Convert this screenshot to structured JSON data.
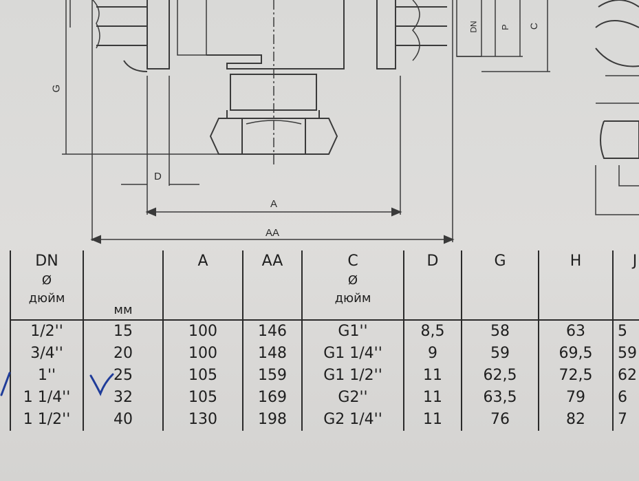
{
  "drawing": {
    "dim_labels": {
      "G": "G",
      "D": "D",
      "A": "A",
      "AA": "AA",
      "DN": "DN",
      "P": "P",
      "C": "C"
    }
  },
  "table": {
    "headers": {
      "dn": "DN",
      "dn_symbol": "Ø",
      "dn_inch": "дюйм",
      "dn_mm": "мм",
      "a": "A",
      "aa": "AA",
      "c": "C",
      "c_symbol": "Ø",
      "c_inch": "дюйм",
      "d": "D",
      "g": "G",
      "h": "H",
      "j": "J"
    },
    "rows": [
      {
        "inch": "1/2''",
        "mm": "15",
        "a": "100",
        "aa": "146",
        "c": "G1''",
        "d": "8,5",
        "g": "58",
        "h": "63",
        "j": "5"
      },
      {
        "inch": "3/4''",
        "mm": "20",
        "a": "100",
        "aa": "148",
        "c": "G1 1/4''",
        "d": "9",
        "g": "59",
        "h": "69,5",
        "j": "59"
      },
      {
        "inch": "1''",
        "mm": "25",
        "a": "105",
        "aa": "159",
        "c": "G1 1/2''",
        "d": "11",
        "g": "62,5",
        "h": "72,5",
        "j": "62"
      },
      {
        "inch": "1 1/4''",
        "mm": "32",
        "a": "105",
        "aa": "169",
        "c": "G2''",
        "d": "11",
        "g": "63,5",
        "h": "79",
        "j": "6"
      },
      {
        "inch": "1 1/2''",
        "mm": "40",
        "a": "130",
        "aa": "198",
        "c": "G2 1/4''",
        "d": "11",
        "g": "76",
        "h": "82",
        "j": "7"
      }
    ]
  },
  "marks": {
    "checkmark_color": "#1f3c99"
  }
}
